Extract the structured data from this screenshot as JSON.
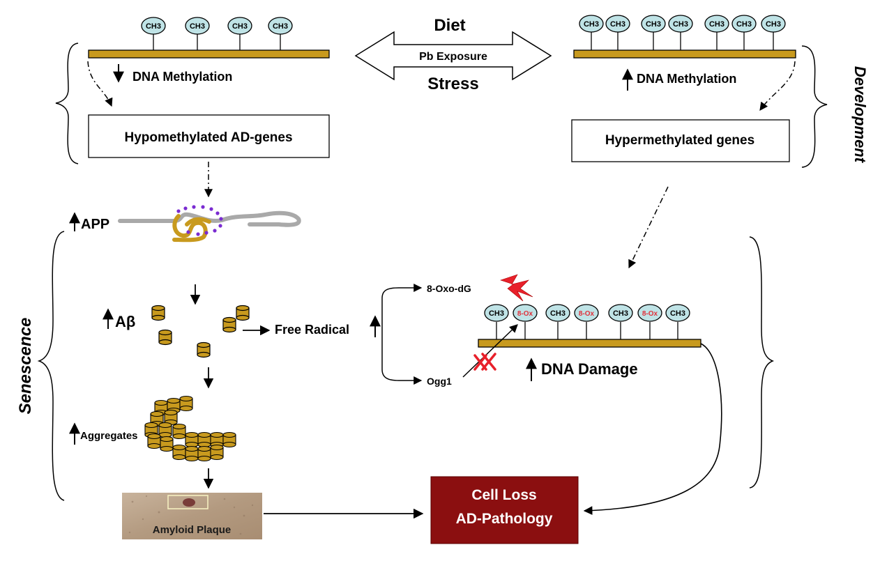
{
  "labels": {
    "methyl": "CH3",
    "oxo": "8-Ox",
    "diet": "Diet",
    "pb_exposure": "Pb Exposure",
    "stress": "Stress",
    "dna_methylation_left": "DNA Methylation",
    "dna_methylation_right": "DNA Methylation",
    "hypomethylated": "Hypomethylated AD-genes",
    "hypermethylated": "Hypermethylated genes",
    "development": "Development",
    "senescence": "Senescence",
    "app": "APP",
    "abeta": "Aβ",
    "free_radical": "Free Radical",
    "oxo_dg": "8-Oxo-dG",
    "ogg1": "Ogg1",
    "dna_damage": "DNA Damage",
    "aggregates": "Aggregates",
    "amyloid_plaque": "Amyloid Plaque",
    "cell_loss": "Cell Loss",
    "ad_pathology": "AD-Pathology"
  },
  "colors": {
    "strand": "#c89a1e",
    "methyl_fill": "#bfe3e6",
    "oxo_text": "#e0303a",
    "cell_loss_box": "#8b0f10",
    "protein_grey": "#a9a9a9",
    "dots": "#7a2bd1",
    "lightning": "#e8202a",
    "plaque": "#b89f86"
  },
  "damaged_strand_markers": [
    "CH3",
    "8-Ox",
    "CH3",
    "8-Ox",
    "CH3",
    "8-Ox",
    "CH3"
  ]
}
